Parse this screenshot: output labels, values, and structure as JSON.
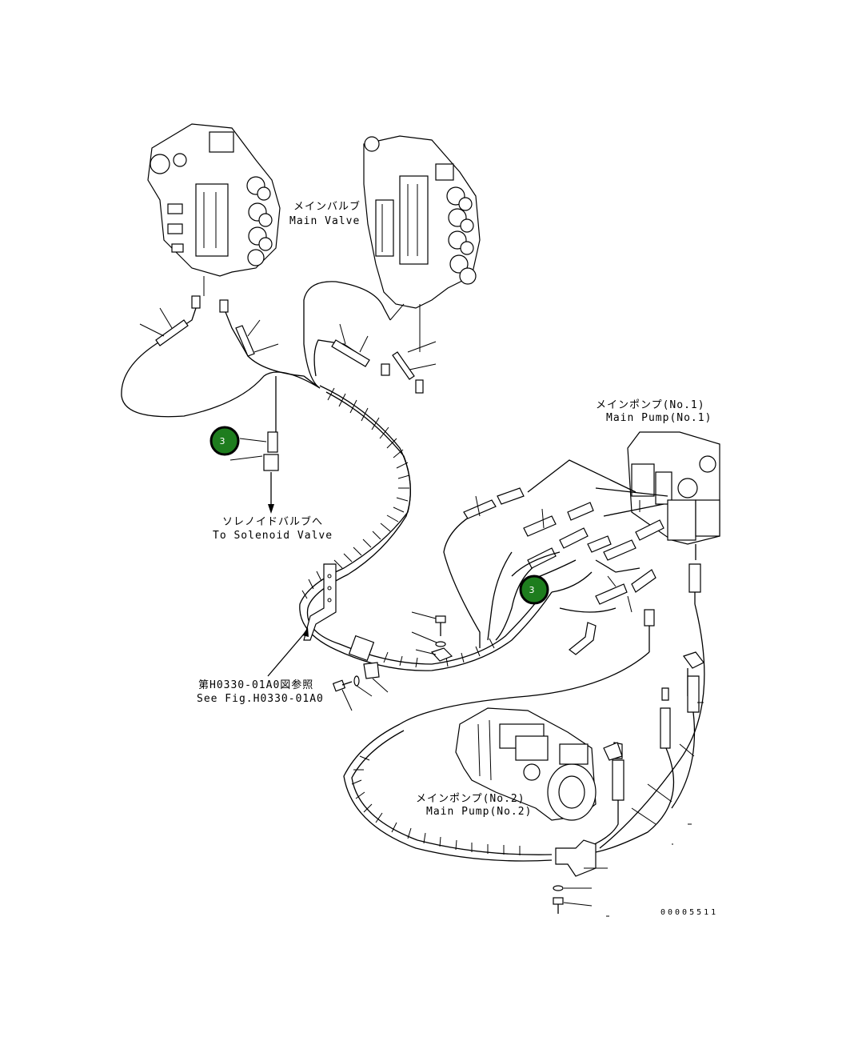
{
  "labels": {
    "main_valve_jp": "メインバルブ",
    "main_valve_en": "Main Valve",
    "main_pump1_jp": "メインポンプ(No.1)",
    "main_pump1_en": "Main Pump(No.1)",
    "solenoid_jp": "ソレノイドバルブへ",
    "solenoid_en": "To Solenoid Valve",
    "ref_jp": "第H0330-01A0図参照",
    "ref_en": "See Fig.H0330-01A0",
    "main_pump2_jp": "メインポンプ(No.2)",
    "main_pump2_en": "Main Pump(No.2)",
    "drawing_number": "00005511"
  },
  "callouts": [
    {
      "label": "3"
    },
    {
      "label": "3"
    }
  ],
  "colors": {
    "callout_fill": "#1e7d1e",
    "line": "#000000",
    "background": "#ffffff"
  }
}
